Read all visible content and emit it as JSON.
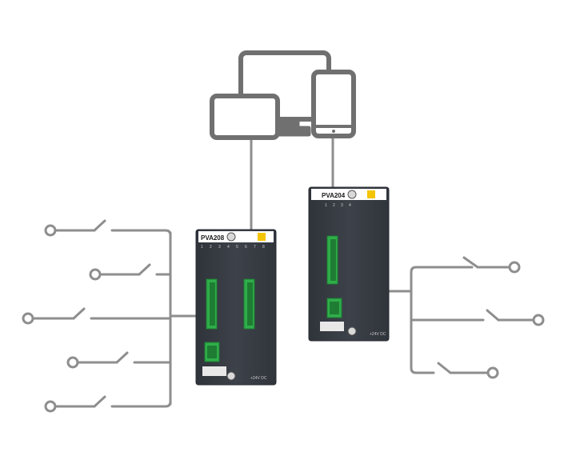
{
  "modules": {
    "left": {
      "name": "PVA208",
      "channels": [
        "1",
        "2",
        "3",
        "4",
        "5",
        "6",
        "7",
        "8"
      ],
      "voltage": "+24V DC",
      "power_label": "24V DC"
    },
    "right": {
      "name": "PVA204",
      "channels": [
        "1",
        "2",
        "3",
        "4"
      ],
      "voltage": "+24V DC",
      "power_label": "24V DC"
    }
  },
  "colors": {
    "line": "#8e8e8e",
    "device_stroke": "#707070",
    "module_body": "#3a3e46",
    "module_edge": "#2a2d33",
    "header": "#ffffff",
    "accent": "#f4c400",
    "connector": "#2fae4a",
    "connector_dark": "#1e7d33"
  },
  "icons": [
    "monitor-icon",
    "laptop-icon",
    "tablet-icon",
    "switch-icon"
  ]
}
